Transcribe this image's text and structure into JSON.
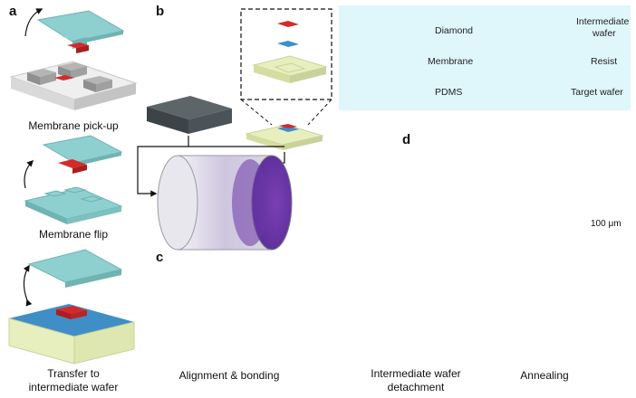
{
  "panels": {
    "a": "a",
    "b": "b",
    "c": "c",
    "d": "d"
  },
  "captions": {
    "pickup": "Membrane pick-up",
    "flip": "Membrane flip",
    "transfer_line1": "Transfer to",
    "transfer_line2": "intermediate wafer",
    "alignment": "Alignment & bonding",
    "detachment_line1": "Intermediate wafer",
    "detachment_line2": "detachment",
    "annealing": "Annealing"
  },
  "legend": {
    "diamond": "Diamond",
    "intermediate_line1": "Intermediate",
    "intermediate_line2": "wafer",
    "membrane": "Membrane",
    "resist": "Resist",
    "pdms": "PDMS",
    "target": "Target wafer"
  },
  "scale_bar": "100 μm",
  "colors": {
    "diamond": "#d8d8d8",
    "pdms": "#8ed0cf",
    "membrane": "#d42a2a",
    "resist": "#3f8fc6",
    "intermediate_wafer": "#e8efbf",
    "target_wafer": "#4a5458",
    "legend_bg": "#dff6fb",
    "anneal_glow": "#f2a417"
  }
}
